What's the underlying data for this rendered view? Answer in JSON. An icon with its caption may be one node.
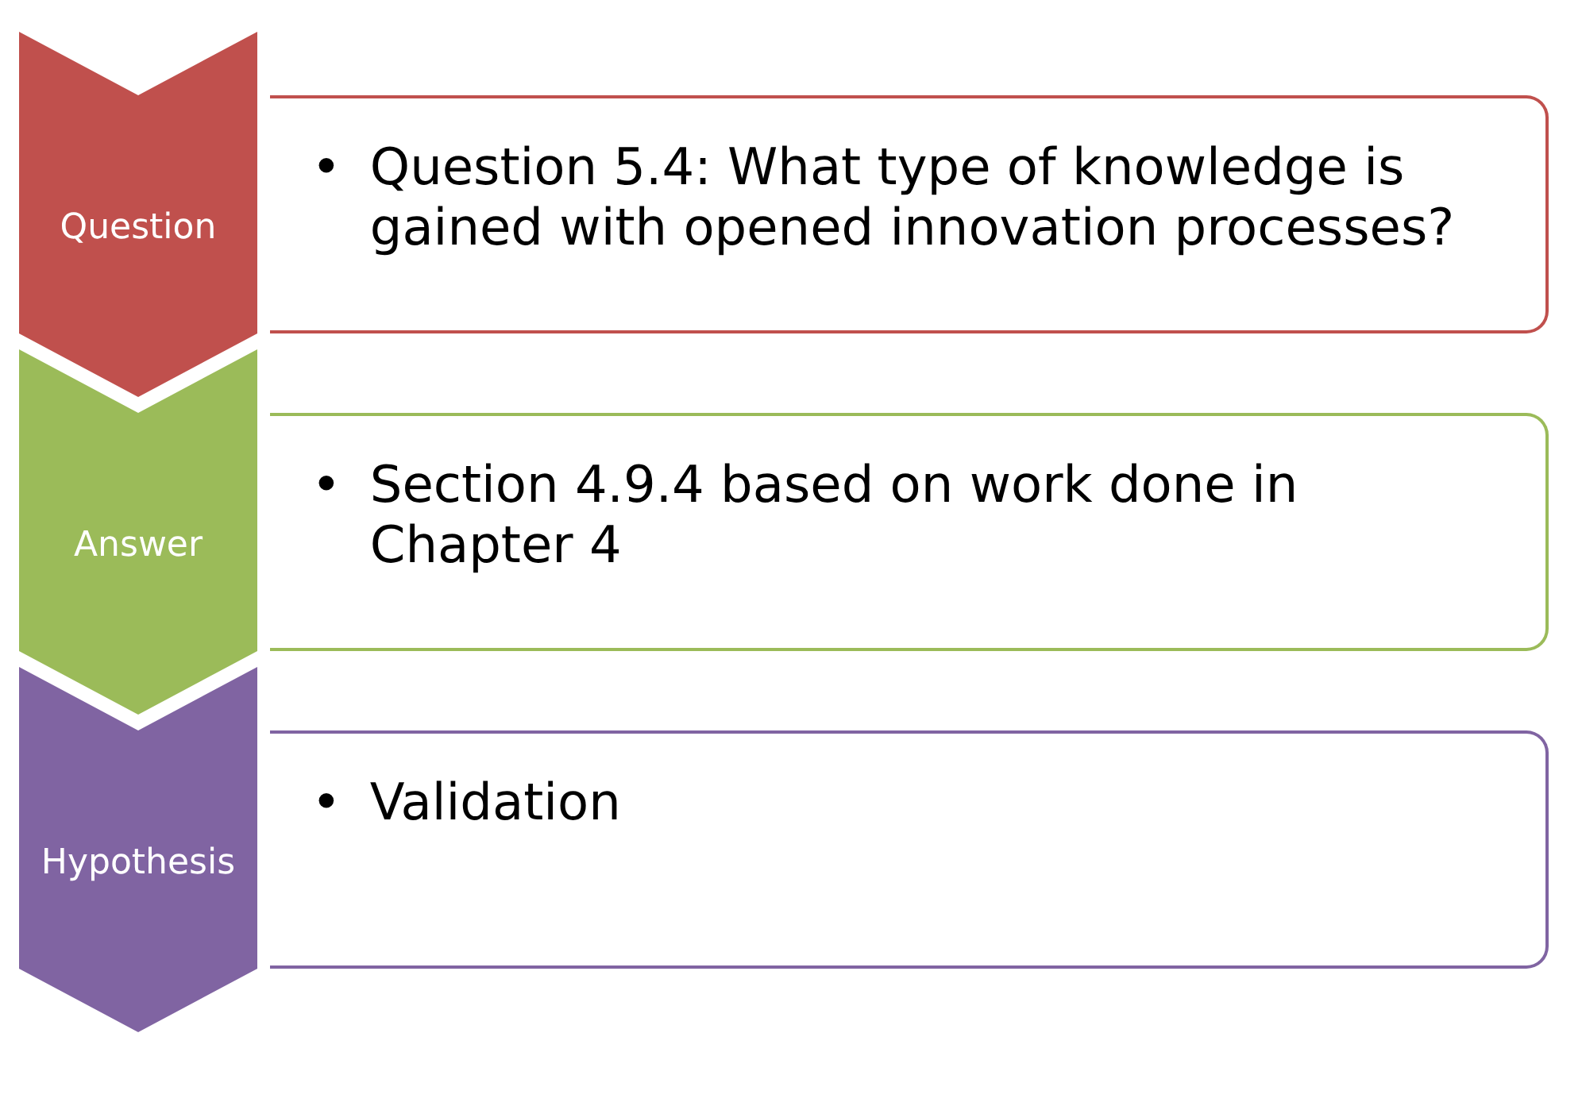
{
  "diagram": {
    "nodes": [
      {
        "text": [
          "Question"
        ]
      },
      {
        "text": [
          "•",
          "Question 5.4: What type of knowledge is gained with opened innovation processes?"
        ]
      },
      {
        "text": [
          "Answer"
        ]
      },
      {
        "text": [
          "•",
          "Section 4.9.4 based on work done in Chapter 4"
        ]
      },
      {
        "text": [
          "Hypothesis"
        ]
      },
      {
        "text": [
          "•",
          "Validation"
        ]
      }
    ]
  }
}
